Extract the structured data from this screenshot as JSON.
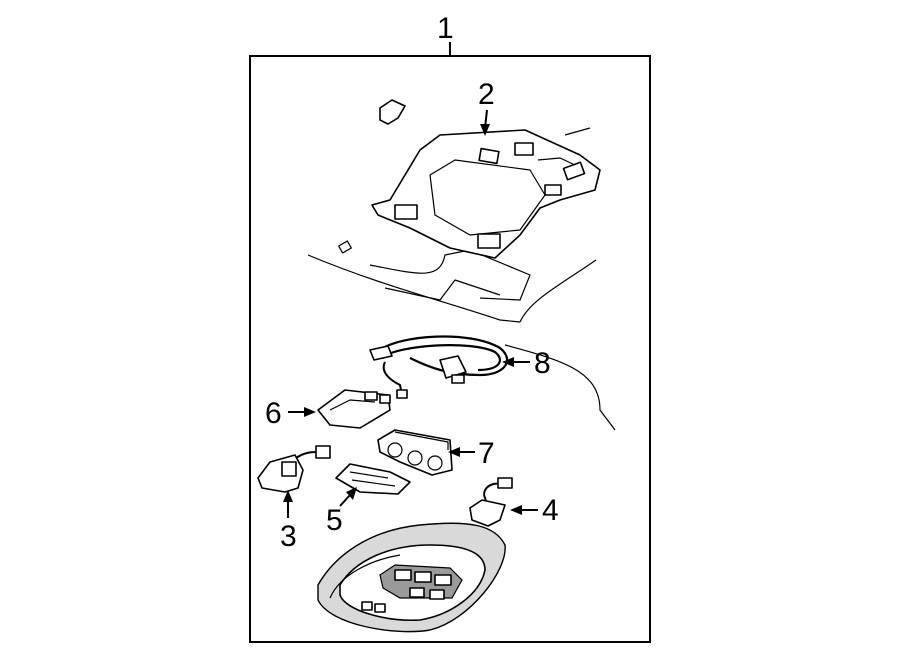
{
  "diagram": {
    "frame_label": "1",
    "callouts": [
      {
        "id": "2",
        "text": "2"
      },
      {
        "id": "3",
        "text": "3"
      },
      {
        "id": "4",
        "text": "4"
      },
      {
        "id": "5",
        "text": "5"
      },
      {
        "id": "6",
        "text": "6"
      },
      {
        "id": "7",
        "text": "7"
      },
      {
        "id": "8",
        "text": "8"
      }
    ]
  }
}
